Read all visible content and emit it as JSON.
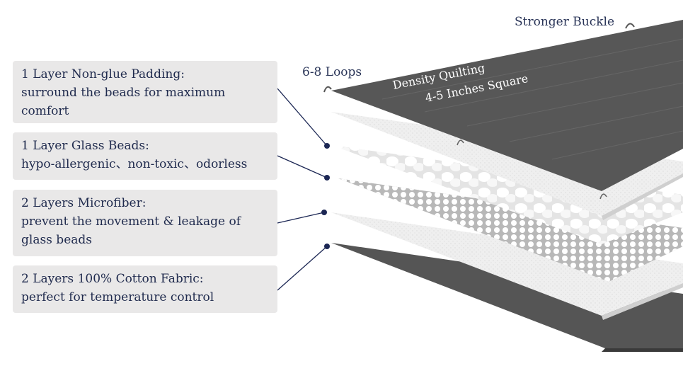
{
  "callouts": {
    "buckle": "Stronger Buckle",
    "loops": "6-8 Loops",
    "quilting_line1": "Density Quilting",
    "quilting_line2": "4-5 Inches Square"
  },
  "layers": [
    {
      "title": "1 Layer Non-glue Padding:",
      "desc": [
        "surround the beads for maximum",
        "comfort"
      ]
    },
    {
      "title": "1 Layer Glass Beads:",
      "desc": [
        "hypo-allergenic、non-toxic、odorless"
      ]
    },
    {
      "title": "2 Layers Microfiber:",
      "desc": [
        "prevent the movement & leakage of",
        "glass beads"
      ]
    },
    {
      "title": "2 Layers 100% Cotton Fabric:",
      "desc": [
        "perfect for temperature control"
      ]
    }
  ],
  "colors": {
    "text": "#1f2a4d",
    "box": "#e9e8e8",
    "fabric": "#5a5a5a",
    "padding": "#f1f1f1",
    "connector": "#1c2754"
  }
}
